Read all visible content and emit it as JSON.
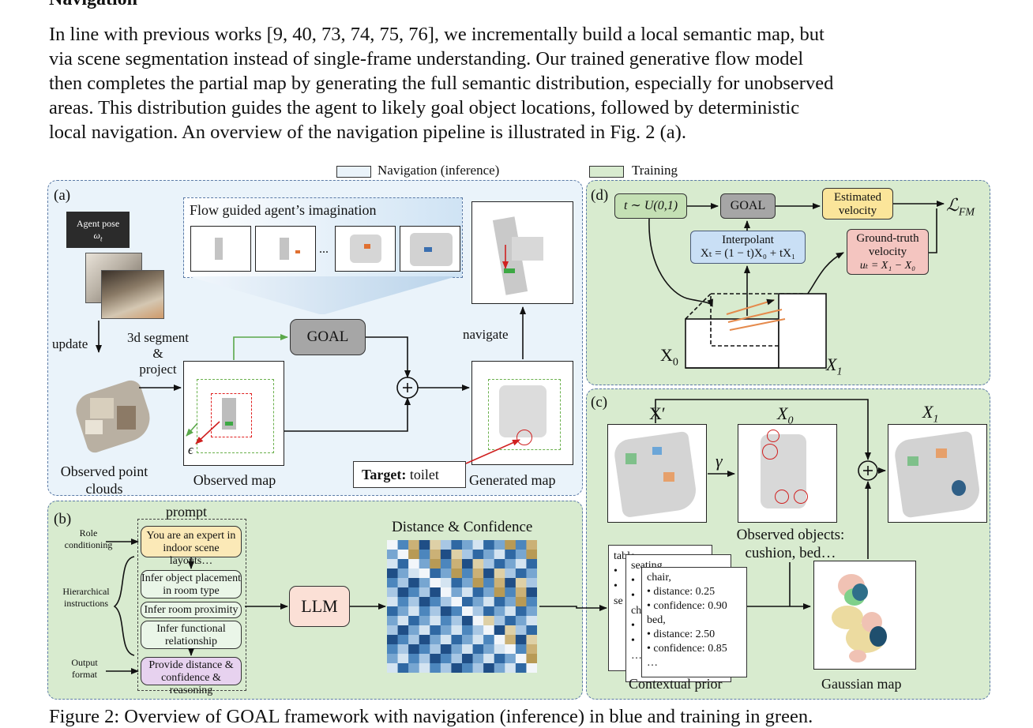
{
  "section_heading": "Navigation",
  "paragraph": [
    "In line with previous works [9, 40, 73, 74, 75, 76], we incrementally build a local semantic map, but",
    "via scene segmentation instead of single-frame understanding. Our trained generative flow model",
    "then completes the partial map by generating the full semantic distribution, especially for unobserved",
    "areas. This distribution guides the agent to likely goal object locations, followed by deterministic",
    "local navigation. An overview of the navigation pipeline is illustrated in Fig. 2 (a)."
  ],
  "legend": {
    "inference": "Navigation (inference)",
    "training": "Training"
  },
  "panel_a": {
    "tag": "(a)",
    "agent_pose": "Agent pose",
    "agent_pose_sym": "ω",
    "agent_pose_sub": "t",
    "update": "update",
    "segment": [
      "3d segment",
      "&",
      "project"
    ],
    "observed_clouds": [
      "Observed point",
      "clouds"
    ],
    "observed_map": "Observed map",
    "epsilon": "ϵ",
    "flow_title": "Flow guided agent’s imagination",
    "ellipsis": "...",
    "goal": "GOAL",
    "navigate": "navigate",
    "target_bold": "Target:",
    "target_value": " toilet",
    "generated_map": "Generated map"
  },
  "panel_b": {
    "tag": "(b)",
    "prompt": "prompt",
    "role": [
      "Role",
      "conditioning"
    ],
    "hier": [
      "Hierarchical",
      "instructions"
    ],
    "output": [
      "Output",
      "format"
    ],
    "expert": [
      "You are an expert in",
      "indoor scene layouts…"
    ],
    "infer_place": [
      "Infer object placement",
      "in room type"
    ],
    "infer_prox": "Infer room proximity",
    "infer_func": [
      "Infer functional",
      "relationship"
    ],
    "provide": [
      "Provide distance &",
      "confidence & reasoning"
    ],
    "llm": "LLM",
    "matrix_title": "Distance & Confidence"
  },
  "panel_c": {
    "tag": "(c)",
    "xprime": "X′",
    "x0": "X",
    "x0_sub": "0",
    "x1": "X",
    "x1_sub": "1",
    "gamma": "γ",
    "observed_objects": [
      "Observed objects:",
      "cushion, bed…"
    ],
    "card_back2": [
      "table,",
      "•",
      "•",
      "se"
    ],
    "card_back1": [
      "seating,",
      "•",
      "•",
      "ch",
      "•",
      "•",
      "…"
    ],
    "card_front": [
      "chair,",
      "•   distance: 0.25",
      "•   confidence: 0.90",
      "bed,",
      "•   distance: 2.50",
      "•   confidence: 0.85",
      "…"
    ],
    "contextual": "Contextual prior",
    "gaussian": "Gaussian map"
  },
  "panel_d": {
    "tag": "(d)",
    "t_sample": "t ∼ U(0,1)",
    "goal": "GOAL",
    "estimated": [
      "Estimated",
      "velocity"
    ],
    "loss": "ℒ",
    "loss_sub": "FM",
    "interp_title": "Interpolant",
    "interp_eq": "Xₜ = (1 − t)X₀ + tX₁",
    "gt": [
      "Ground-truth",
      "velocity"
    ],
    "gt_eq": "uₜ = X₁ − X₀",
    "x0": "X",
    "x0_sub": "0",
    "x1": "X",
    "x1_sub": "1"
  },
  "caption": "Figure 2: Overview of GOAL framework with navigation (inference) in blue and training in green."
}
